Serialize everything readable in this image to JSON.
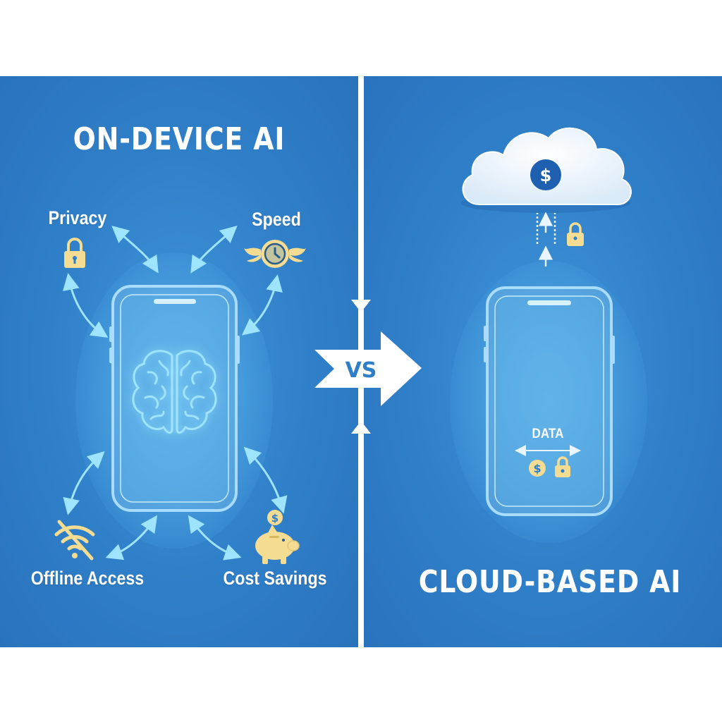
{
  "left": {
    "title": "ON-DEVICE AI",
    "features": {
      "privacy": "Privacy",
      "speed": "Speed",
      "offline": "Offline Access",
      "cost": "Cost Savings"
    }
  },
  "right": {
    "title": "CLOUD-BASED AI",
    "data_label": "DATA"
  },
  "vs_label": "VS",
  "colors": {
    "panel_blue": "#2f7fc8",
    "glow_cyan": "#8fe0ff",
    "icon_gold": "#f4dc92",
    "cloud_dollar_blue": "#1f5fb0"
  }
}
